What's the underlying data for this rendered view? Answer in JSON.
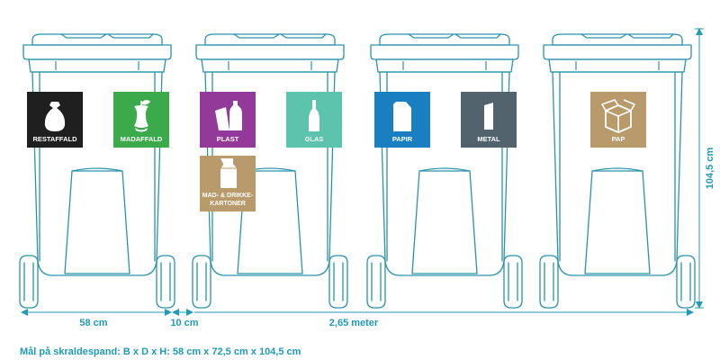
{
  "colors": {
    "outline": "#2a93aa",
    "measure": "#1f9bb4",
    "label_text": "#ffffff"
  },
  "bins": [
    {
      "name": "bin-1",
      "labels": [
        {
          "id": "restaffald",
          "text": "RESTAFFALD",
          "color": "#1f1f1f",
          "icon": "trash-bag-icon"
        },
        {
          "id": "madaffald",
          "text": "MADAFFALD",
          "color": "#3aaa4a",
          "icon": "apple-core-icon"
        }
      ]
    },
    {
      "name": "bin-2",
      "labels": [
        {
          "id": "plast",
          "text": "PLAST",
          "color": "#93399a",
          "icon": "plastic-bottles-icon"
        },
        {
          "id": "glas",
          "text": "GLAS",
          "color": "#5cc3ad",
          "icon": "glass-bottle-icon"
        },
        {
          "id": "mad-drikke",
          "text1": "MAD- & DRIKKE-",
          "text2": "KARTONER",
          "color": "#b99a6b",
          "icon": "milk-carton-icon"
        }
      ]
    },
    {
      "name": "bin-3",
      "labels": [
        {
          "id": "papir",
          "text": "PAPIR",
          "color": "#1a7fc1",
          "icon": "paper-sheet-icon"
        },
        {
          "id": "metal",
          "text": "METAL",
          "color": "#53636d",
          "icon": "tin-can-icon"
        }
      ]
    },
    {
      "name": "bin-4",
      "labels": [
        {
          "id": "pap",
          "text": "PAP",
          "color": "#b99a6b",
          "icon": "cardboard-box-icon"
        }
      ]
    }
  ],
  "measurements": {
    "width": "58 cm",
    "gap": "10 cm",
    "total": "2,65 meter",
    "height": "104,5 cm"
  },
  "caption": "Mål på skraldespand: B x D x H: 58 cm x 72,5 cm x 104,5 cm"
}
